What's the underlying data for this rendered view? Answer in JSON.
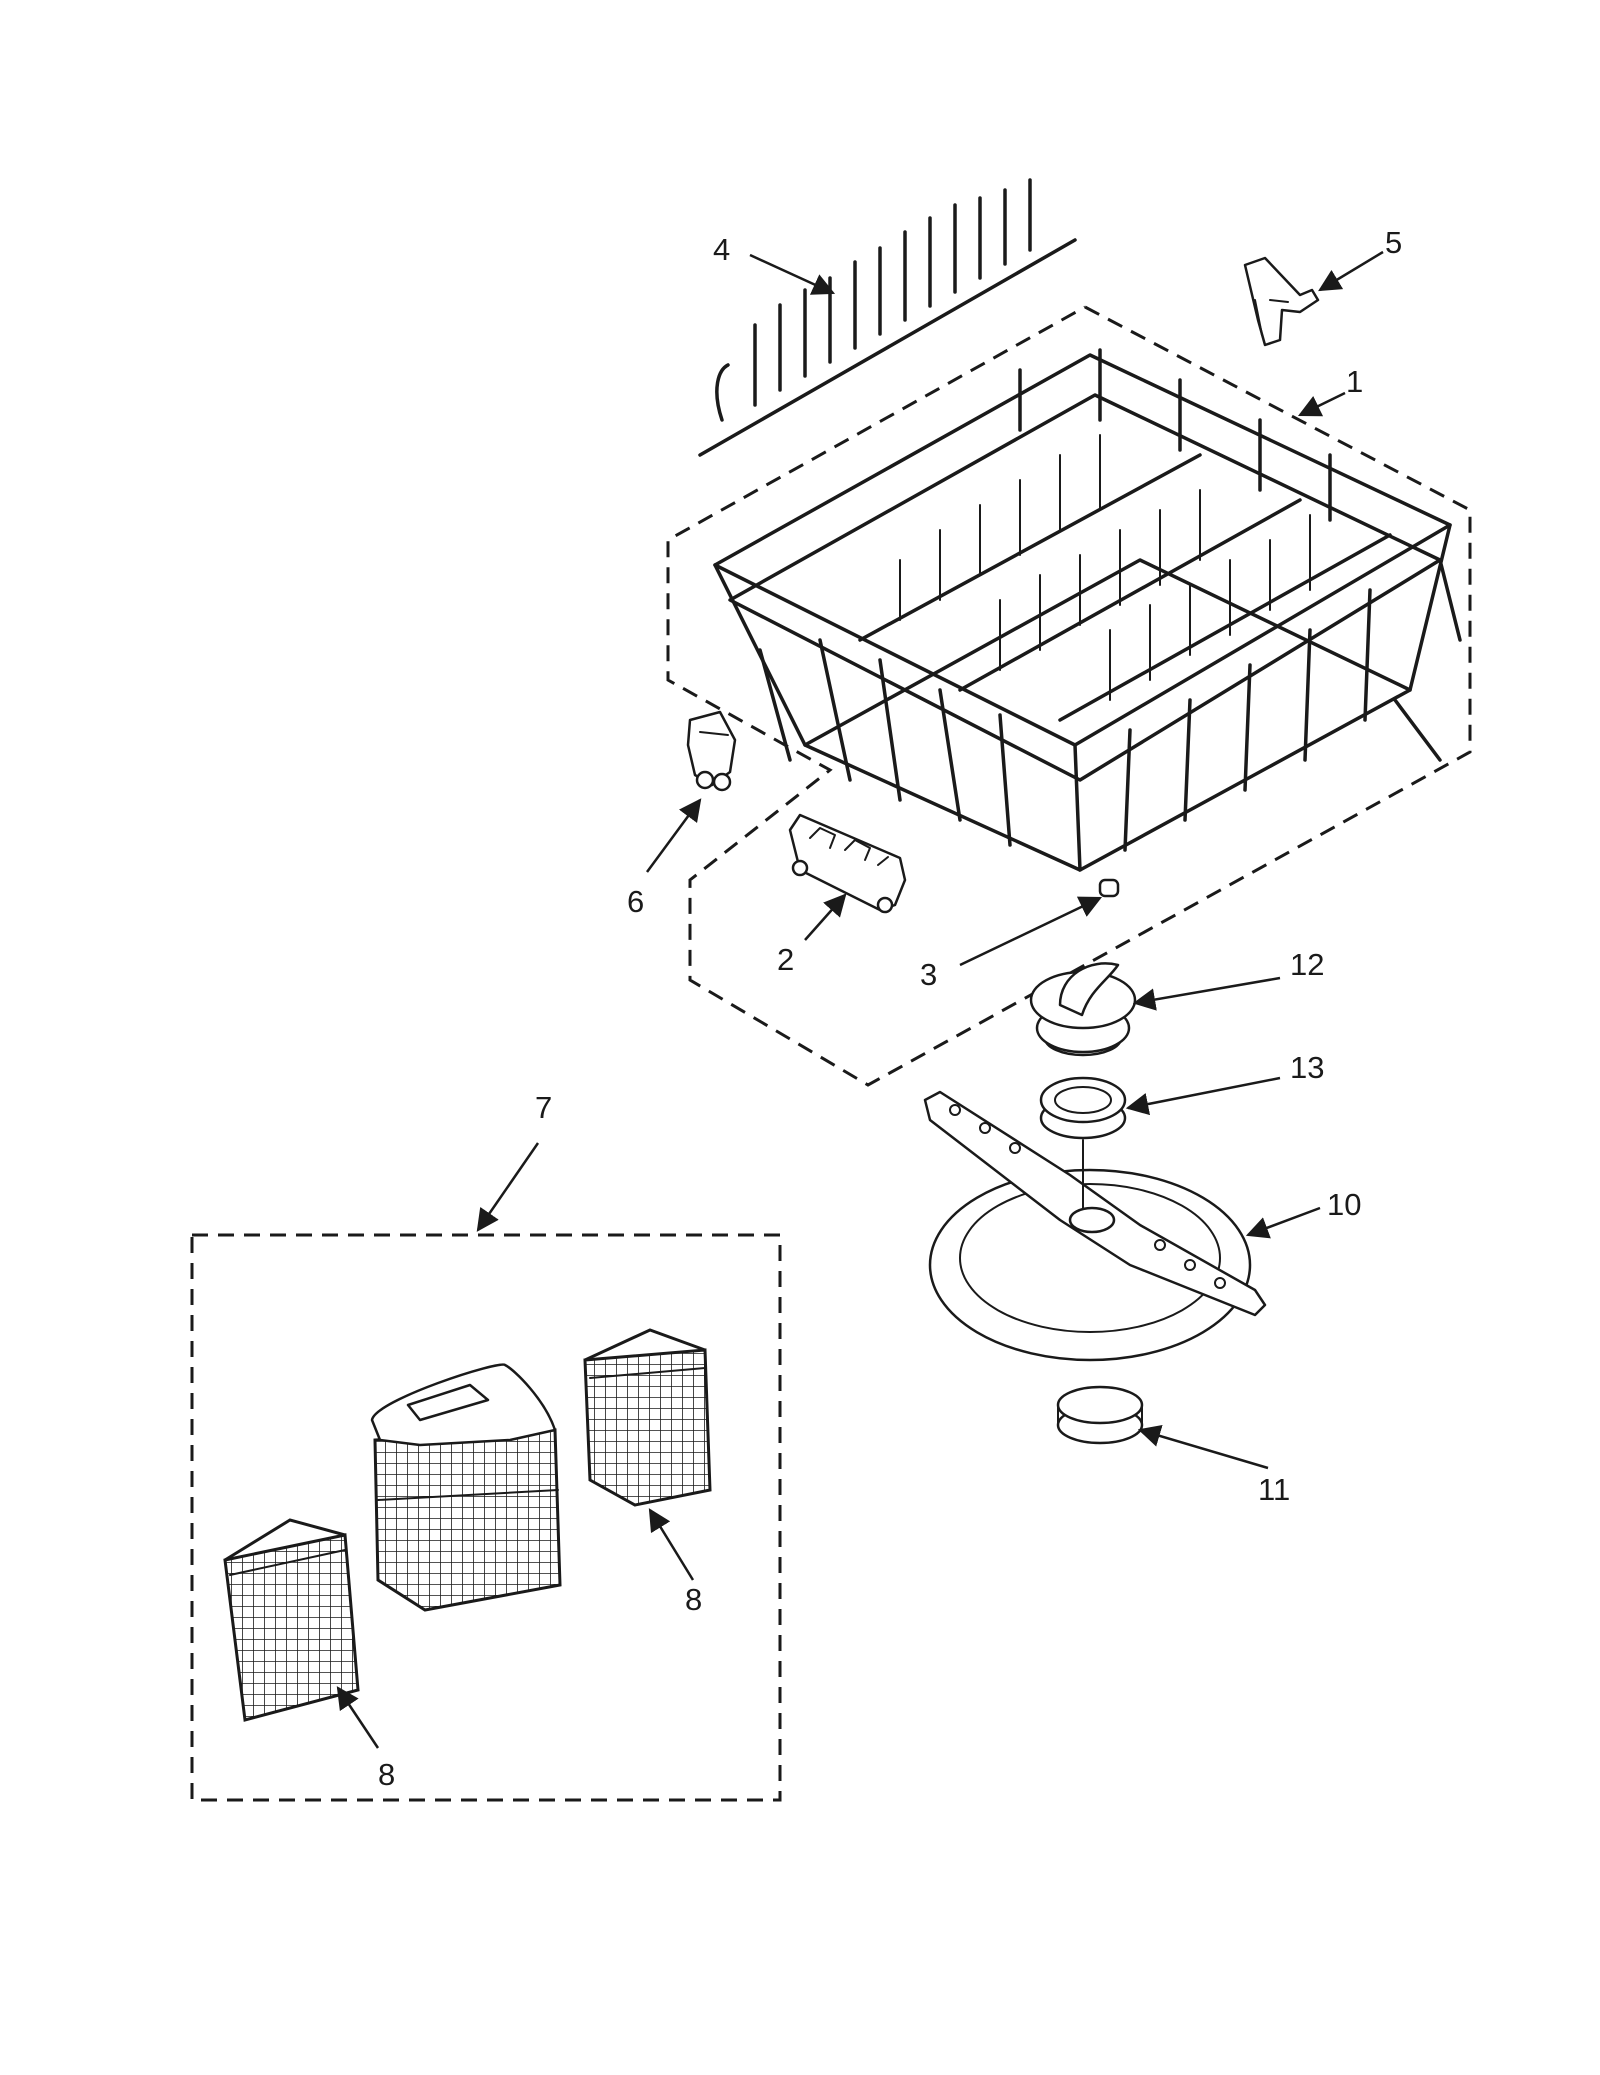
{
  "callouts": {
    "c1": "1",
    "c2": "2",
    "c3": "3",
    "c4": "4",
    "c5": "5",
    "c6": "6",
    "c7": "7",
    "c8a": "8",
    "c8b": "8",
    "c10": "10",
    "c11": "11",
    "c12": "12",
    "c13": "13"
  }
}
